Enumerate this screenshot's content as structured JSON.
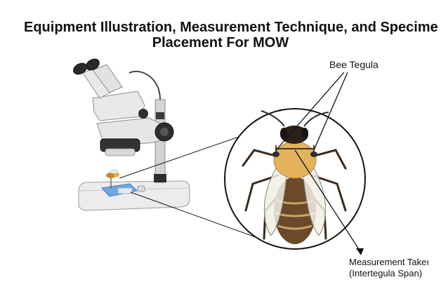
{
  "figure": {
    "title_line1": "Equipment Illustration, Measurement Technique, and Specime",
    "title_line2": "Placement For MOW",
    "label_tegula": "Bee Tegula",
    "label_measure_line1": "Measurement Takeı",
    "label_measure_line2": "(Intertegula Span)"
  },
  "colors": {
    "line": "#1a1a1a",
    "circle": "#111111",
    "scope_body": "#e6e6e6",
    "scope_dark": "#2e2e2e",
    "bee_thorax": "#e3b25a",
    "bee_abdomen": "#6b4a2a",
    "wing": "#f2efe8",
    "slide_blue": "#6fa6e0"
  }
}
